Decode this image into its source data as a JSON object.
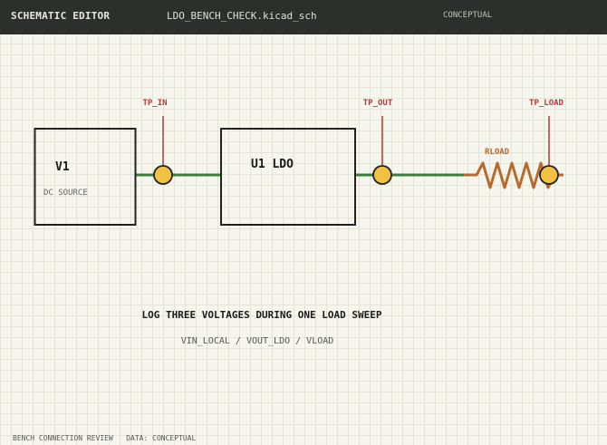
{
  "titlebar": {
    "app_title": "SCHEMATIC EDITOR",
    "file_name": "LDO_BENCH_CHECK.kicad_sch",
    "mode": "CONCEPTUAL"
  },
  "schematic": {
    "source": {
      "ref": "V1",
      "value": "DC SOURCE"
    },
    "regulator": {
      "label": "U1 LDO"
    },
    "load": {
      "ref": "RLOAD"
    },
    "test_points": {
      "tp_in": "TP_IN",
      "tp_out": "TP_OUT",
      "tp_load": "TP_LOAD"
    },
    "colors": {
      "wire": "#3b7d3a",
      "test_point_fill": "#f2c142",
      "probe": "#b23a3a",
      "resistor": "#b8692e",
      "outline": "#222222"
    }
  },
  "instruction": {
    "headline": "LOG THREE VOLTAGES DURING ONE LOAD SWEEP",
    "signals": "VIN_LOCAL / VOUT_LDO / VLOAD"
  },
  "footer": {
    "left": "BENCH CONNECTION REVIEW",
    "right": "DATA: CONCEPTUAL"
  }
}
